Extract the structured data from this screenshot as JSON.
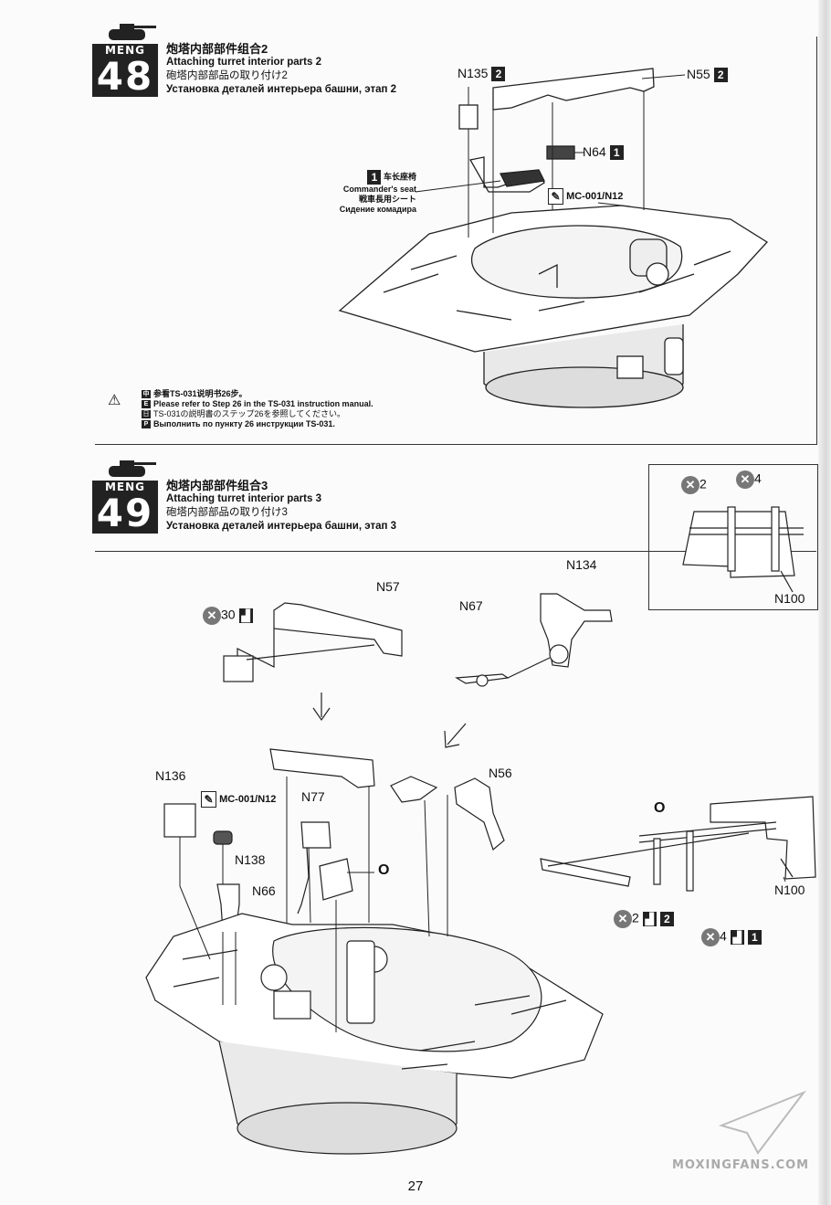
{
  "step48": {
    "brand": "MENG",
    "number": "48",
    "title_cn": "炮塔内部部件组合2",
    "title_en": "Attaching turret interior parts 2",
    "title_jp": "砲塔内部部品の取り付け2",
    "title_ru": "Установка деталей интерьера башни, этап 2",
    "labels": {
      "n135": "N135",
      "n135_sprue": "2",
      "n55": "N55",
      "n55_sprue": "2",
      "n64": "N64",
      "n64_sprue": "1",
      "seat_num": "1",
      "seat_cn": "车长座椅",
      "seat_en": "Commander's seat",
      "seat_jp": "戦車長用シート",
      "seat_ru": "Сидение комадира",
      "paint": "MC-001/N12"
    },
    "note": {
      "cn": "参看TS-031说明书26步。",
      "en": "Please refer to Step 26 in the TS-031 instruction manual.",
      "jp": "TS-031の説明書のステップ26を参照してください。",
      "ru": "Выполнить по пункту 26 инструкции TS-031."
    }
  },
  "step49": {
    "brand": "MENG",
    "number": "49",
    "title_cn": "炮塔内部部件组合3",
    "title_en": "Attaching turret interior parts 3",
    "title_jp": "砲塔内部部品の取り付け3",
    "title_ru": "Установка деталей интерьера башни, этап 3",
    "inset": {
      "x2": "2",
      "x4": "4",
      "n100": "N100"
    },
    "labels": {
      "n57": "N57",
      "x30": "30",
      "n134": "N134",
      "n67": "N67",
      "n136": "N136",
      "paint": "MC-001/N12",
      "n77": "N77",
      "n138": "N138",
      "n66": "N66",
      "n56": "N56",
      "o_left": "O",
      "o_right": "O",
      "n100": "N100",
      "x2": "2",
      "x2_sprue": "2",
      "x4": "4",
      "x4_sprue": "1"
    }
  },
  "page_number": "27",
  "watermark": "MOXINGFANS.COM"
}
